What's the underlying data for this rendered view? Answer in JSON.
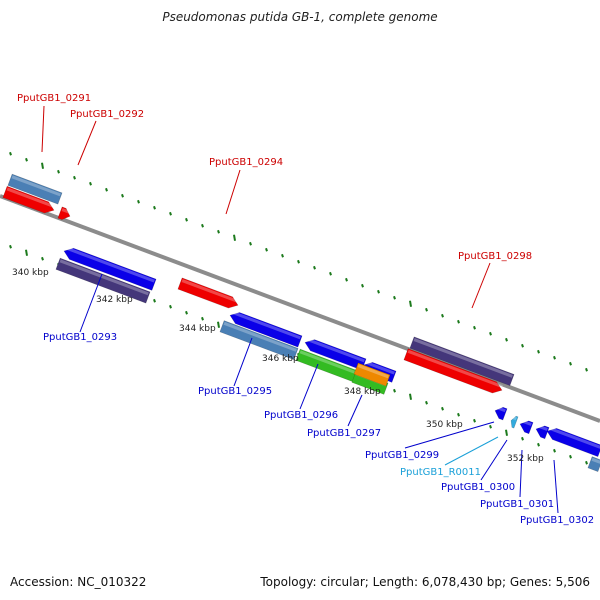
{
  "title": "Pseudomonas putida GB-1, complete genome",
  "footer": {
    "accession": "Accession: NC_010322",
    "topology": "Topology: circular; Length: 6,078,430 bp; Genes: 5,506"
  },
  "colors": {
    "backbone": "#8c8c8c",
    "tick": "#1c7a1c",
    "label_forward": "#cc0000",
    "label_reverse": "#0000cc",
    "label_rna": "#1aa0d8",
    "dark_blue": "#0a00e8",
    "steel_blue": "#4a7fb5",
    "slate_purple": "#44367a",
    "red": "#ee0000",
    "green": "#33bb22",
    "orange": "#ee8800",
    "cyan": "#33aadd"
  },
  "scale_labels": [
    "340 kbp",
    "342 kbp",
    "344 kbp",
    "346 kbp",
    "348 kbp",
    "350 kbp",
    "352 kbp"
  ],
  "gene_labels": [
    {
      "text": "PputGB1_0291",
      "kind": "forward"
    },
    {
      "text": "PputGB1_0292",
      "kind": "forward"
    },
    {
      "text": "PputGB1_0294",
      "kind": "forward"
    },
    {
      "text": "PputGB1_0298",
      "kind": "forward"
    },
    {
      "text": "PputGB1_0293",
      "kind": "reverse"
    },
    {
      "text": "PputGB1_0295",
      "kind": "reverse"
    },
    {
      "text": "PputGB1_0296",
      "kind": "reverse"
    },
    {
      "text": "PputGB1_0297",
      "kind": "reverse"
    },
    {
      "text": "PputGB1_0299",
      "kind": "reverse"
    },
    {
      "text": "PputGB1_R0011",
      "kind": "rna"
    },
    {
      "text": "PputGB1_0300",
      "kind": "reverse"
    },
    {
      "text": "PputGB1_0301",
      "kind": "reverse"
    },
    {
      "text": "PputGB1_0302",
      "kind": "reverse"
    }
  ]
}
